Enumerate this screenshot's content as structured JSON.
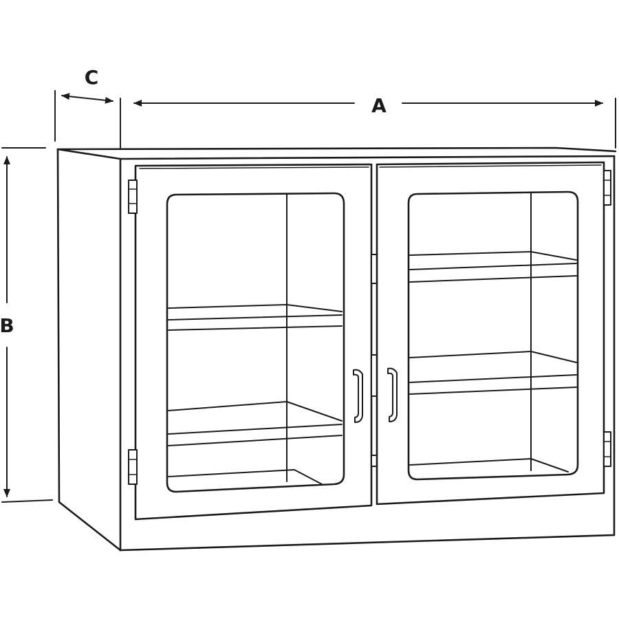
{
  "dimensions": {
    "width_label": "A",
    "height_label": "B",
    "depth_label": "C"
  },
  "colors": {
    "line": "#1a1a1a",
    "background": "#ffffff"
  }
}
